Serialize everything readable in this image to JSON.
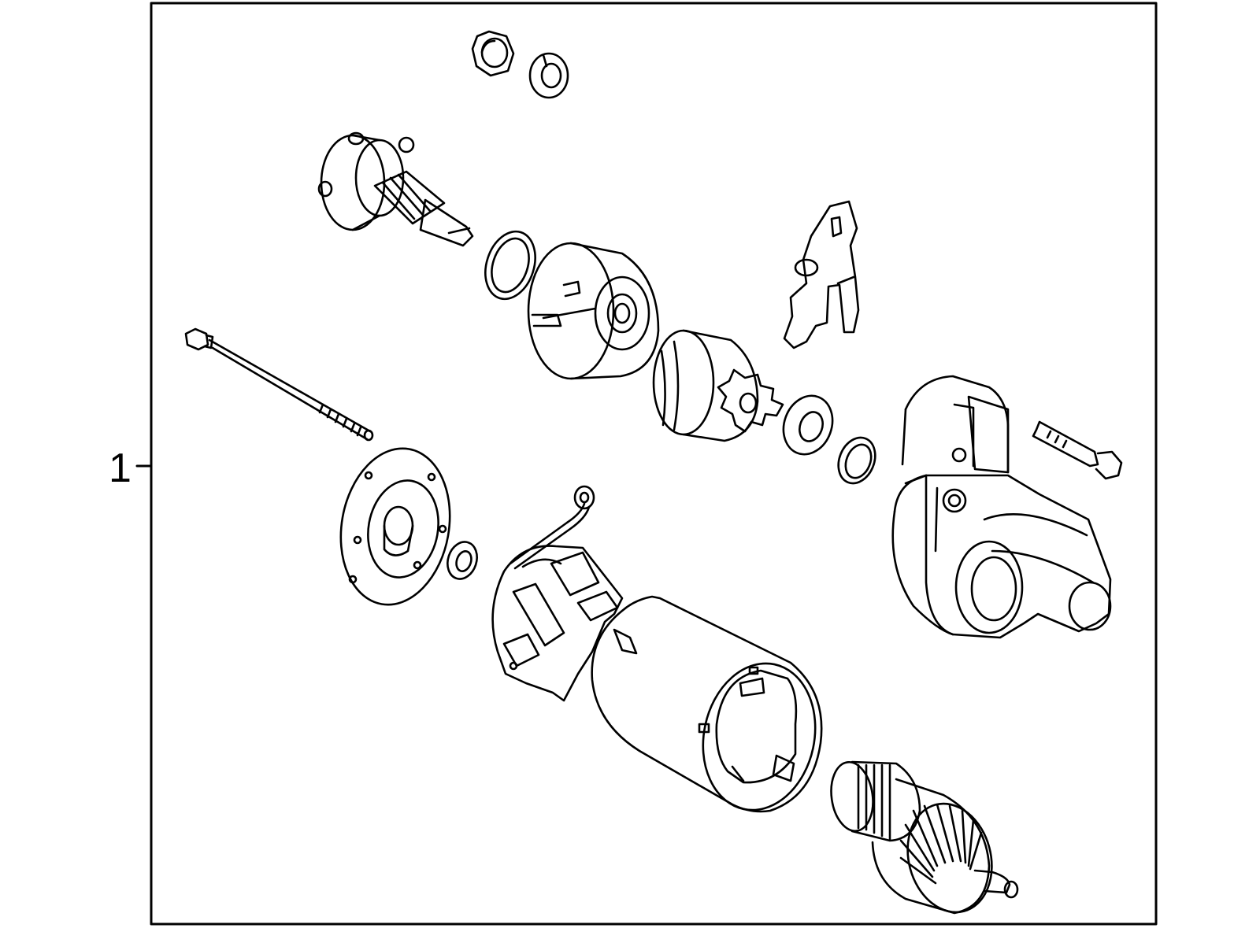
{
  "callouts": [
    {
      "label": "1"
    }
  ],
  "colors": {
    "line": "#000000",
    "background": "#ffffff"
  },
  "parts": [
    "hex-nut",
    "lock-washer-top",
    "drive-shaft-gear",
    "o-ring",
    "front-housing",
    "shift-lever",
    "overrunning-clutch-pinion",
    "thrust-washer",
    "retaining-ring",
    "through-bolt",
    "rear-end-plate",
    "small-washer",
    "brush-holder-assembly",
    "yoke-field-frame",
    "armature",
    "solenoid-switch",
    "solenoid-mounting-bolt"
  ]
}
